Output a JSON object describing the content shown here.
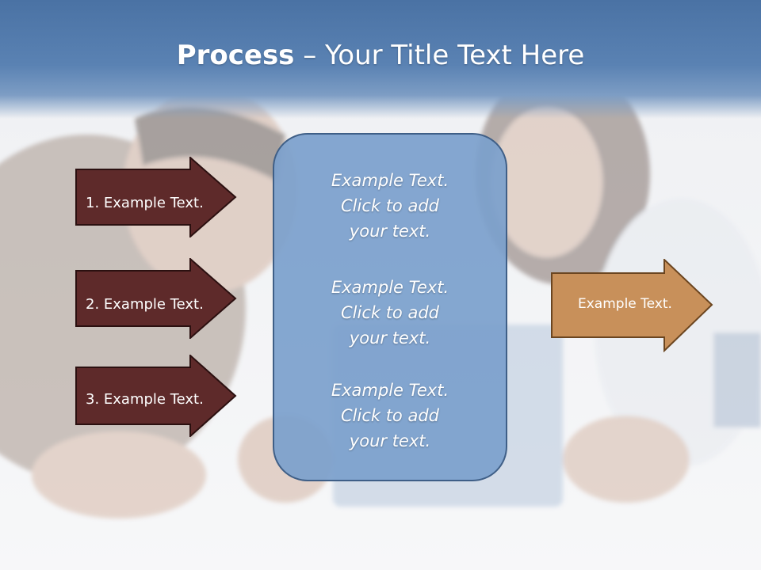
{
  "title": {
    "bold": "Process",
    "rest": " – Your Title Text Here"
  },
  "left_steps": [
    {
      "label": "1. Example Text."
    },
    {
      "label": "2. Example Text."
    },
    {
      "label": "3. Example Text."
    }
  ],
  "center_panel": {
    "blocks": [
      {
        "text": "Example Text.\nClick  to add\nyour text."
      },
      {
        "text": "Example Text.\nClick  to add\nyour text."
      },
      {
        "text": "Example Text.\nClick  to add\nyour text."
      }
    ]
  },
  "output": {
    "label": "Example Text."
  },
  "colors": {
    "title_band": "#4a72a4",
    "step_arrow": "#5e2a2a",
    "panel": "#7ba0cc",
    "output_arrow": "#c8905a"
  }
}
